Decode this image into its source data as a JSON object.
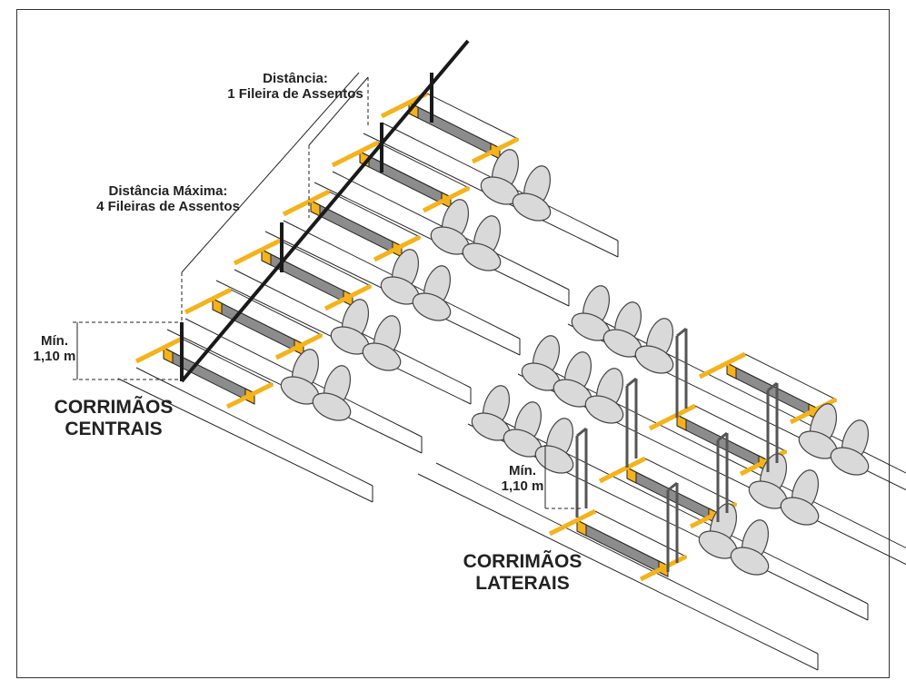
{
  "labels": {
    "distance_one_line1": "Distância:",
    "distance_one_line2": "1 Fileira de Assentos",
    "distance_max_line1": "Distância Máxima:",
    "distance_max_line2": "4 Fileiras de Assentos",
    "min_height_left_line1": "Mín.",
    "min_height_left_line2": "1,10 m",
    "min_height_right_line1": "Mín.",
    "min_height_right_line2": "1,10 m",
    "central_title_line1": "CORRIMÃOS",
    "central_title_line2": "CENTRAIS",
    "lateral_title_line1": "CORRIMÃOS",
    "lateral_title_line2": "LATERAIS"
  },
  "colors": {
    "tactile_stripe": "#f5b21a",
    "riser": "#8c8c8c",
    "seat": "#d9d9d9",
    "handrail": "#1a1a1a",
    "line": "#222222"
  }
}
